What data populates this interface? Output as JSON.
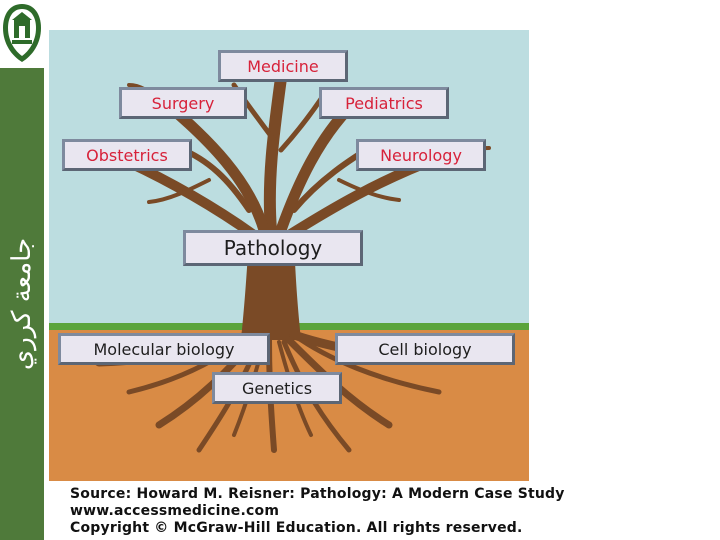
{
  "sidebar": {
    "vertical_text": "جامعة كرري",
    "logo_icon": "university-emblem-icon"
  },
  "tree": {
    "branches": {
      "medicine": "Medicine",
      "surgery": "Surgery",
      "pediatrics": "Pediatrics",
      "obstetrics": "Obstetrics",
      "neurology": "Neurology"
    },
    "trunk": "Pathology",
    "roots": {
      "molecular_biology": "Molecular biology",
      "cell_biology": "Cell biology",
      "genetics": "Genetics"
    }
  },
  "caption": {
    "line1": "Source: Howard M. Reisner: Pathology: A Modern Case Study",
    "line2": "www.accessmedicine.com",
    "line3": "Copyright © McGraw-Hill Education.  All rights reserved."
  },
  "colors": {
    "sky": "#bcdde0",
    "soil": "#d98b45",
    "grass": "#5aa43c",
    "trunk": "#7a4a26",
    "sidebar": "#4f7a3a",
    "branch_label_text": "#d7223a",
    "trunk_root_label_text": "#1e1e1e"
  }
}
